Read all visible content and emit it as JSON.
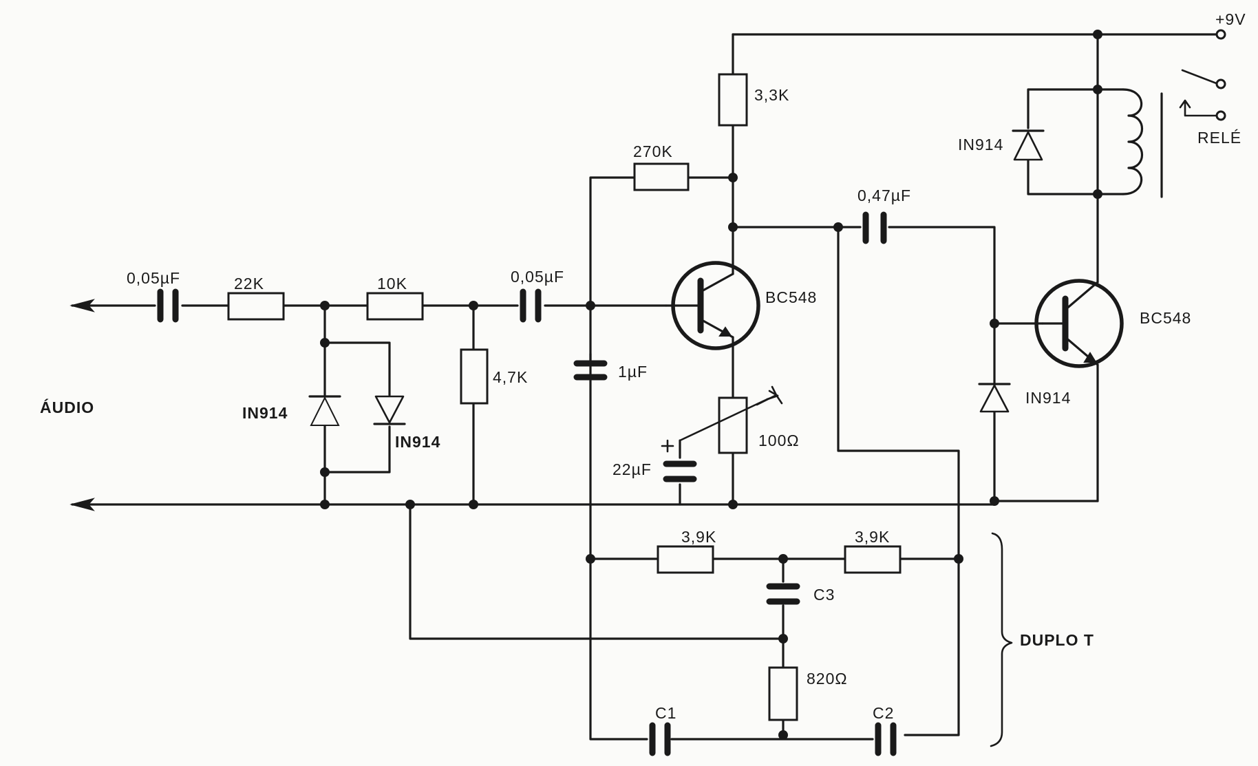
{
  "diagram": {
    "supply_label": "+9V",
    "relay_label": "RELÉ",
    "input_label": "ÁUDIO",
    "group_label": "DUPLO T",
    "components": {
      "c_in": "0,05µF",
      "r_22k": "22K",
      "r_10k": "10K",
      "d1": "IN914",
      "d2": "IN914",
      "r_47k": "4,7K",
      "c_couple": "0,05µF",
      "r_270k": "270K",
      "r_33k": "3,3K",
      "c_1uf": "1µF",
      "q1": "BC548",
      "pot": "100Ω",
      "c_22uf": "22µF",
      "c_047": "0,47µF",
      "d_relay": "IN914",
      "q2": "BC548",
      "d_base": "IN914",
      "r_39k_a": "3,9K",
      "r_39k_b": "3,9K",
      "c3": "C3",
      "r_820": "820Ω",
      "c1": "C1",
      "c2": "C2"
    }
  }
}
